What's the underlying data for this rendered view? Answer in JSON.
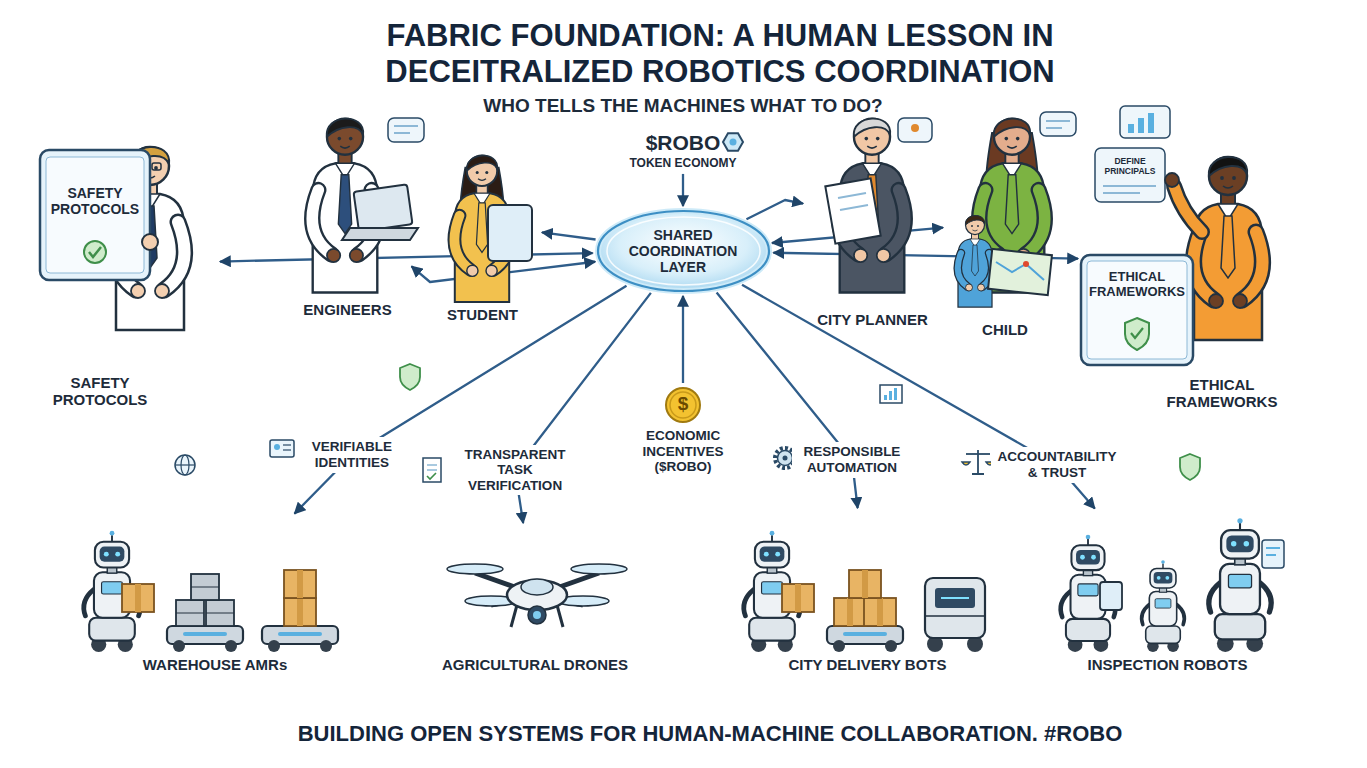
{
  "diagram": {
    "title": "FABRIC FOUNDATION: A HUMAN LESSON IN DECEITRALIZED ROBOTICS COORDINATION",
    "caption": "BUILDING OPEN SYSTEMS FOR HUMAN-MACHINE COLLABORATION. #ROBO",
    "nodes": [
      {
        "text": [
          "SAFETY PROTOCOLS",
          "SAFETY PROTOCOLS"
        ]
      },
      {
        "text": [
          "ENGINEERS"
        ]
      },
      {
        "text": [
          "STUDENT"
        ]
      },
      {
        "text": [
          "$ROBO",
          "TOKEN ECONOMY"
        ]
      },
      {
        "text": [
          "CITY PLANNER"
        ]
      },
      {
        "text": [
          "CHILD"
        ]
      },
      {
        "text": [
          "ETHICAL FRAMEWORKS",
          "ETHICAL FRAMEWORKS"
        ]
      },
      {
        "text": [
          "SHARED COORDINATION LAYER"
        ]
      },
      {
        "text": [
          "ECONOMIC INCENTIVES ($ROBO)"
        ]
      },
      {
        "text": [
          "WAREHOUSE AMRs"
        ]
      },
      {
        "text": [
          "AGRICULTURAL DRONES"
        ]
      },
      {
        "text": [
          "CITY DELIVERY BOTS"
        ]
      },
      {
        "text": [
          "INSPECTION ROBOTS"
        ]
      }
    ],
    "edges": [
      {
        "from": 7,
        "to": 0,
        "arrow": "both"
      },
      {
        "from": 7,
        "to": 1,
        "arrow": "both"
      },
      {
        "from": 7,
        "to": 2,
        "arrow": "to"
      },
      {
        "from": 3,
        "to": 7,
        "arrow": "to"
      },
      {
        "from": 7,
        "to": 4,
        "arrow": "to"
      },
      {
        "from": 7,
        "to": 5,
        "arrow": "both"
      },
      {
        "from": 7,
        "to": 6,
        "arrow": "both"
      },
      {
        "from": 8,
        "to": 7,
        "arrow": "to"
      },
      {
        "from": 7,
        "to": 9,
        "label": "VERIFIABLE IDENTITIES",
        "arrow": "to"
      },
      {
        "from": 7,
        "to": 10,
        "label": "TRANSPARENT TASK VERIFICATION",
        "arrow": "to"
      },
      {
        "from": 7,
        "to": 11,
        "label": "RESPONSIBLE AUTOMATION",
        "arrow": "to"
      },
      {
        "from": 7,
        "to": 12,
        "label": "ACCOUNTABILITY & TRUST",
        "arrow": "to"
      }
    ],
    "labels": [
      "WHO TELLS THE MACHINES WHAT TO DO?",
      "DEFINE PRINCIPALS",
      "$"
    ]
  }
}
